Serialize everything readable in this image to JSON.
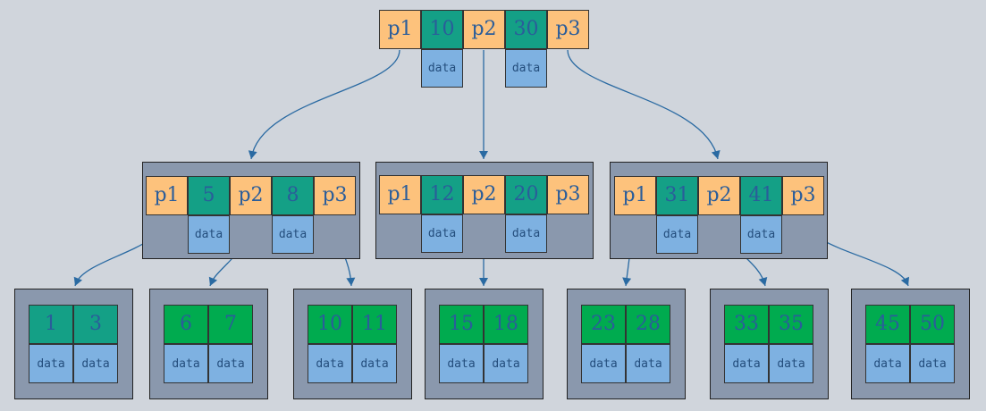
{
  "colors": {
    "background": "#d0d5dc",
    "frame": "#8a98ad",
    "pointer_cell": "#fdc27c",
    "key_teal": "#14a086",
    "key_green": "#00ab4f",
    "data_cell": "#7eb1e1",
    "arrow": "#2a6aa2"
  },
  "root": {
    "pointers": [
      "p1",
      "p2",
      "p3"
    ],
    "keys": [
      "10",
      "30"
    ],
    "data_labels": [
      "data",
      "data"
    ]
  },
  "internal": [
    {
      "pointers": [
        "p1",
        "p2",
        "p3"
      ],
      "keys": [
        "5",
        "8"
      ],
      "data_labels": [
        "data",
        "data"
      ]
    },
    {
      "pointers": [
        "p1",
        "p2",
        "p3"
      ],
      "keys": [
        "12",
        "20"
      ],
      "data_labels": [
        "data",
        "data"
      ]
    },
    {
      "pointers": [
        "p1",
        "p2",
        "p3"
      ],
      "keys": [
        "31",
        "41"
      ],
      "data_labels": [
        "data",
        "data"
      ]
    }
  ],
  "leaves": [
    {
      "keys": [
        "1",
        "3"
      ],
      "data_labels": [
        "data",
        "data"
      ],
      "key_color": "teal"
    },
    {
      "keys": [
        "6",
        "7"
      ],
      "data_labels": [
        "data",
        "data"
      ],
      "key_color": "green"
    },
    {
      "keys": [
        "10",
        "11"
      ],
      "data_labels": [
        "data",
        "data"
      ],
      "key_color": "green"
    },
    {
      "keys": [
        "15",
        "18"
      ],
      "data_labels": [
        "data",
        "data"
      ],
      "key_color": "green"
    },
    {
      "keys": [
        "23",
        "28"
      ],
      "data_labels": [
        "data",
        "data"
      ],
      "key_color": "green"
    },
    {
      "keys": [
        "33",
        "35"
      ],
      "data_labels": [
        "data",
        "data"
      ],
      "key_color": "green"
    },
    {
      "keys": [
        "45",
        "50"
      ],
      "data_labels": [
        "data",
        "data"
      ],
      "key_color": "green"
    }
  ]
}
